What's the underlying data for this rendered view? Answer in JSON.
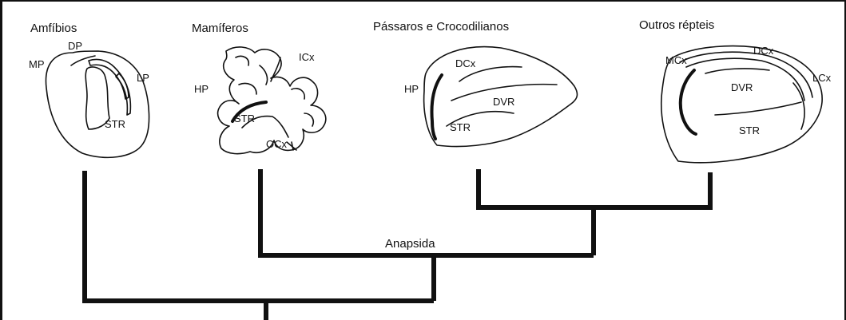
{
  "taxa": {
    "amphibians": {
      "title": "Amfíbios",
      "labels": {
        "dp": "DP",
        "mp": "MP",
        "lp": "LP",
        "str": "STR"
      }
    },
    "mammals": {
      "title": "Mamíferos",
      "labels": {
        "icx": "ICx",
        "hp": "HP",
        "str": "STR",
        "ocx": "OCx"
      }
    },
    "birds_crocs": {
      "title": "Pássaros e Crocodilianos",
      "labels": {
        "dcx": "DCx",
        "hp": "HP",
        "dvr": "DVR",
        "str": "STR"
      }
    },
    "other_reptiles": {
      "title": "Outros répteis",
      "labels": {
        "mcx": "MCx",
        "dcx": "DCx",
        "dvr": "DVR",
        "lcx": "LCx",
        "str": "STR"
      }
    }
  },
  "tree": {
    "node_label": "Anapsida"
  },
  "colors": {
    "ink": "#111111",
    "background": "#ffffff"
  }
}
